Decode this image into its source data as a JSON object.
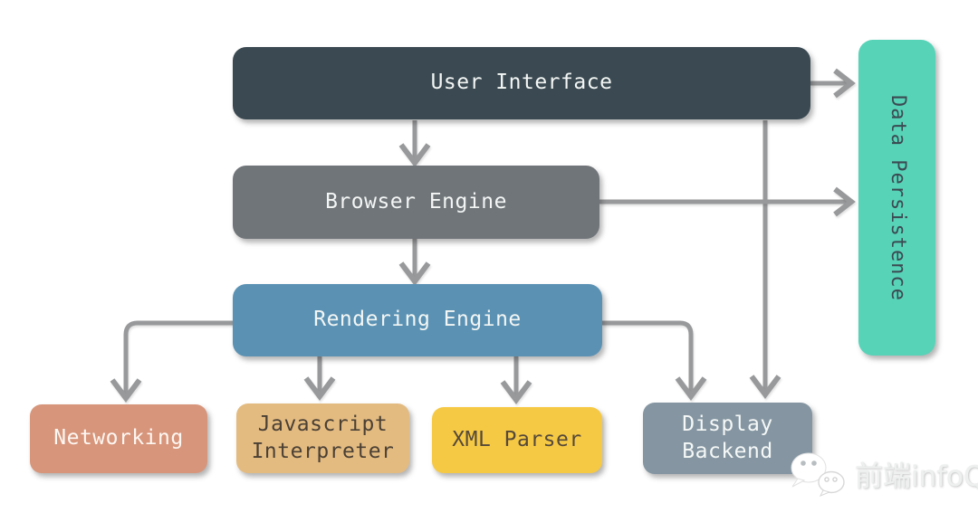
{
  "nodes": {
    "user_interface": {
      "label": "User Interface",
      "color": "#3b4a52",
      "text_color": "#f3f6f4"
    },
    "browser_engine": {
      "label": "Browser Engine",
      "color": "#70757a",
      "text_color": "#f3f6f4"
    },
    "rendering_engine": {
      "label": "Rendering Engine",
      "color": "#5b92b4",
      "text_color": "#f3f6f4"
    },
    "networking": {
      "label": "Networking",
      "color": "#d7957b",
      "text_color": "#fdf7f2"
    },
    "javascript_interpreter": {
      "label": "Javascript Interpreter",
      "color": "#e3bb81",
      "text_color": "#4b4034"
    },
    "xml_parser": {
      "label": "XML Parser",
      "color": "#f6c944",
      "text_color": "#55493a"
    },
    "display_backend": {
      "label": "Display Backend",
      "color": "#8596a2",
      "text_color": "#f5f8f7"
    },
    "data_persistence": {
      "label": "Data Persistence",
      "color": "#57d3b8",
      "text_color": "#3b4a52"
    }
  },
  "edges": [
    {
      "from": "user_interface",
      "to": "browser_engine",
      "shape": "straight-down"
    },
    {
      "from": "browser_engine",
      "to": "rendering_engine",
      "shape": "straight-down"
    },
    {
      "from": "rendering_engine",
      "to": "networking",
      "shape": "elbow-left-down"
    },
    {
      "from": "rendering_engine",
      "to": "javascript_interpreter",
      "shape": "straight-down"
    },
    {
      "from": "rendering_engine",
      "to": "xml_parser",
      "shape": "straight-down"
    },
    {
      "from": "rendering_engine",
      "to": "display_backend",
      "shape": "elbow-right-down"
    },
    {
      "from": "user_interface",
      "to": "display_backend",
      "shape": "straight-down"
    },
    {
      "from": "user_interface",
      "to": "data_persistence",
      "shape": "straight-right"
    },
    {
      "from": "browser_engine",
      "to": "data_persistence",
      "shape": "straight-right"
    }
  ],
  "edge_color": "#98999b",
  "watermark": {
    "icon": "wechat-icon",
    "text": "前端infoQ"
  }
}
